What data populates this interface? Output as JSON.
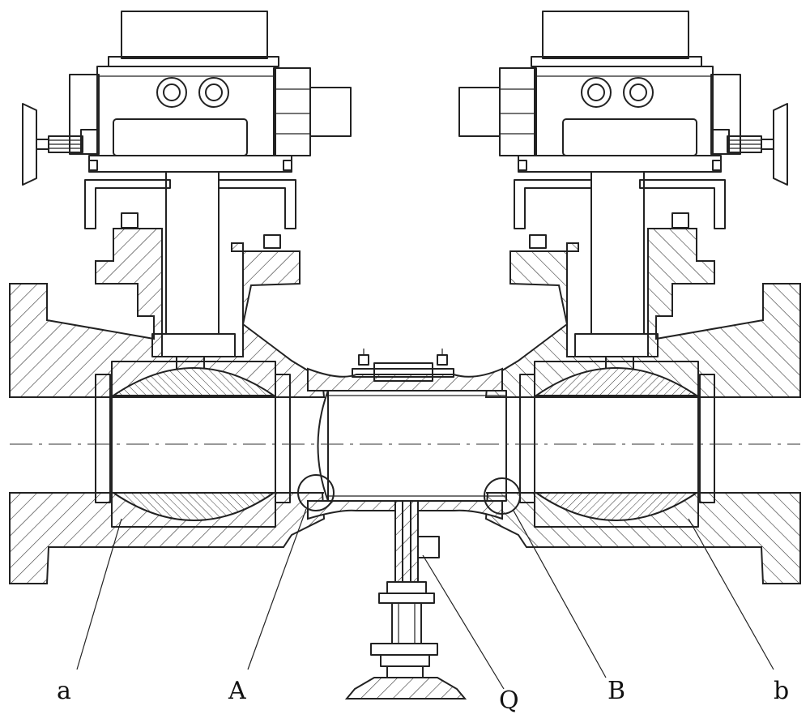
{
  "labels": {
    "a": "a",
    "A": "A",
    "Q": "Q",
    "B": "B",
    "b": "b"
  },
  "colors": {
    "stroke": "#222222",
    "background": "#ffffff"
  }
}
